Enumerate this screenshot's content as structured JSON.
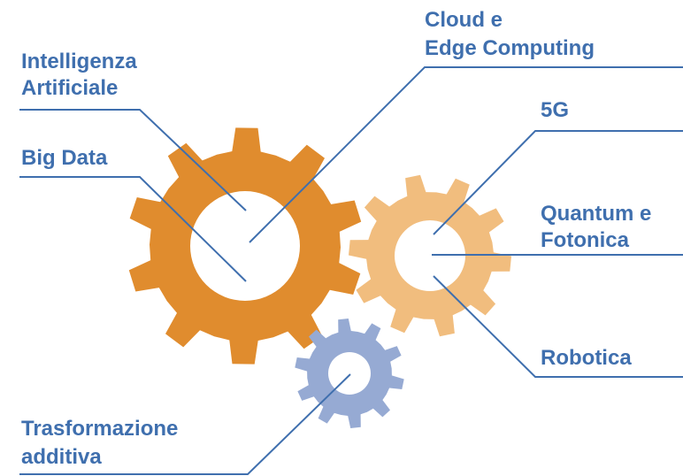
{
  "colors": {
    "text": "#3F6FAE",
    "line": "#3F6FAE",
    "gear_large": "#E08C2E",
    "gear_medium": "#F1BD7E",
    "gear_small": "#96AAD3",
    "background": "#ffffff"
  },
  "labels": {
    "intelligenza": [
      "Intelligenza",
      "Artificiale"
    ],
    "big_data": "Big Data",
    "cloud": [
      "Cloud e",
      "Edge Computing"
    ],
    "five_g": "5G",
    "quantum": [
      "Quantum e",
      "Fotonica"
    ],
    "robotica": "Robotica",
    "trasformazione": [
      "Trasformazione",
      "additiva"
    ]
  }
}
